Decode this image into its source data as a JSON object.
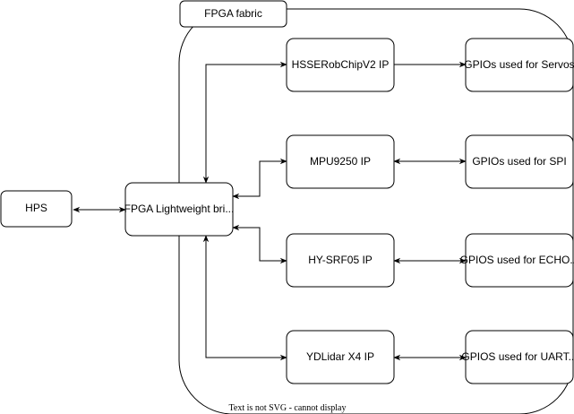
{
  "diagram": {
    "container_label": "FPGA fabric",
    "nodes": {
      "hps": "HPS",
      "bridge": "FPGA Lightweight bri...",
      "servo_ip": "HSSERobChipV2 IP",
      "mpu_ip": "MPU9250 IP",
      "sonar_ip": "HY-SRF05 IP",
      "lidar_ip": "YDLidar X4 IP",
      "gpio_servos": "GPIOs used for Servos",
      "gpio_spi": "GPIOs used for SPI",
      "gpio_echo": "GPIOS used for ECHO...",
      "gpio_uart": "GPIOS used for UART..."
    },
    "edges": [
      {
        "from": "hps",
        "to": "bridge",
        "direction": "both"
      },
      {
        "from": "bridge",
        "to": "servo_ip",
        "direction": "both"
      },
      {
        "from": "bridge",
        "to": "mpu_ip",
        "direction": "both"
      },
      {
        "from": "bridge",
        "to": "sonar_ip",
        "direction": "both"
      },
      {
        "from": "bridge",
        "to": "lidar_ip",
        "direction": "both"
      },
      {
        "from": "servo_ip",
        "to": "gpio_servos",
        "direction": "forward"
      },
      {
        "from": "mpu_ip",
        "to": "gpio_spi",
        "direction": "both"
      },
      {
        "from": "sonar_ip",
        "to": "gpio_echo",
        "direction": "both"
      },
      {
        "from": "lidar_ip",
        "to": "gpio_uart",
        "direction": "both"
      }
    ],
    "render_warning": "Text is not SVG - cannot display"
  }
}
